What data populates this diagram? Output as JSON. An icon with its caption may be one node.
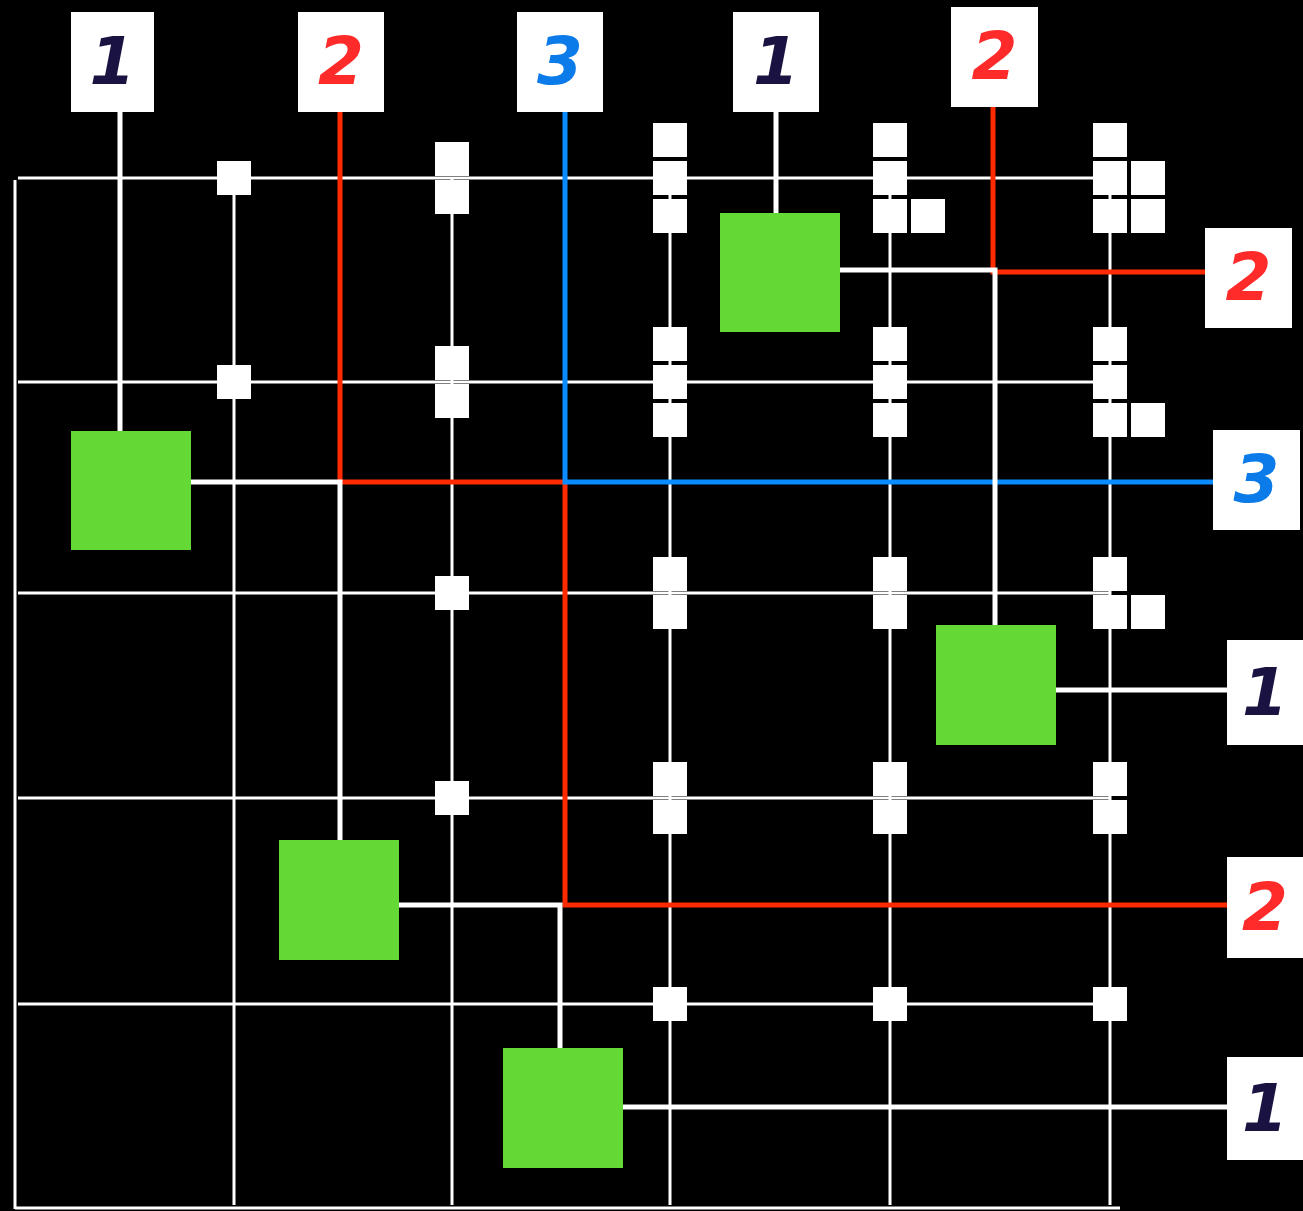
{
  "diagram": {
    "nodes": [
      {
        "text": [
          "1"
        ]
      },
      {
        "text": [
          "2"
        ]
      },
      {
        "text": [
          "3"
        ]
      },
      {
        "text": [
          "1"
        ]
      },
      {
        "text": [
          "2"
        ]
      },
      {
        "text": [],
        "shape": "box"
      },
      {
        "text": [
          "2"
        ]
      },
      {
        "text": [],
        "shape": "box"
      },
      {
        "text": [
          "3"
        ]
      },
      {
        "text": [],
        "shape": "box"
      },
      {
        "text": [
          "1"
        ]
      },
      {
        "text": [],
        "shape": "box"
      },
      {
        "text": [
          "2"
        ]
      },
      {
        "text": [],
        "shape": "box"
      },
      {
        "text": [
          "1"
        ]
      }
    ],
    "edges": [
      {
        "from": 0,
        "to": 7,
        "arrow": "none"
      },
      {
        "from": 1,
        "to": 12,
        "arrow": "none",
        "color": "#ff2a00"
      },
      {
        "from": 2,
        "to": 8,
        "arrow": "none",
        "color": "#0a8cff"
      },
      {
        "from": 3,
        "to": 5,
        "arrow": "none"
      },
      {
        "from": 4,
        "to": 6,
        "arrow": "none",
        "color": "#ff2a00"
      },
      {
        "from": 7,
        "to": 11,
        "arrow": "none"
      },
      {
        "from": 5,
        "to": 9,
        "arrow": "none"
      },
      {
        "from": 9,
        "to": 10,
        "arrow": "none"
      },
      {
        "from": 11,
        "to": 13,
        "arrow": "none"
      },
      {
        "from": 13,
        "to": 14,
        "arrow": "none"
      }
    ]
  }
}
